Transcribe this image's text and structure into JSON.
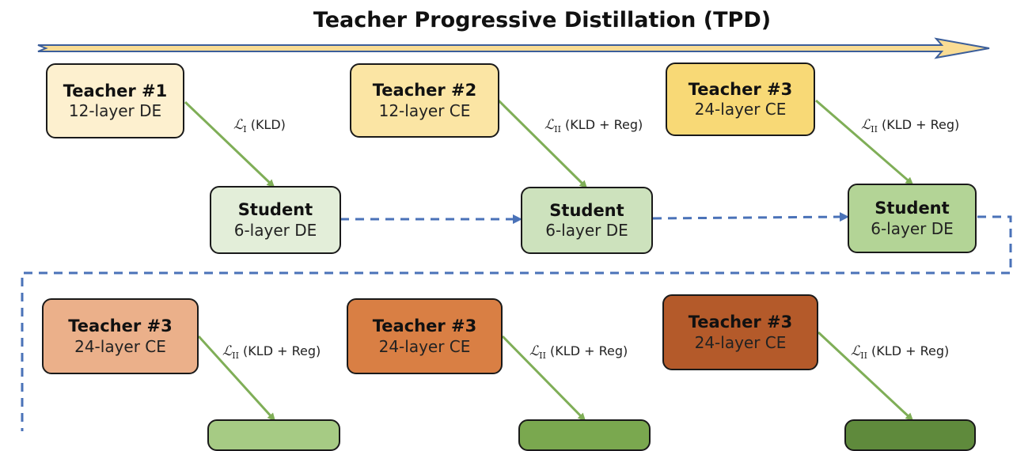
{
  "title": "Teacher Progressive Distillation (TPD)",
  "colors": {
    "arrow_green": "#7fae57",
    "dashed_blue": "#4a72b8",
    "tpd_arrow_fill": "#f9dc94",
    "tpd_arrow_stroke": "#3b5e9a"
  },
  "teachers": [
    {
      "title": "Teacher #1",
      "subtitle": "12-layer DE",
      "fill": "#fdf0cf"
    },
    {
      "title": "Teacher #2",
      "subtitle": "12-layer CE",
      "fill": "#fbe5a4"
    },
    {
      "title": "Teacher #3",
      "subtitle": "24-layer CE",
      "fill": "#f8d976"
    },
    {
      "title": "Teacher #3",
      "subtitle": "24-layer CE",
      "fill": "#ebb08a"
    },
    {
      "title": "Teacher #3",
      "subtitle": "24-layer CE",
      "fill": "#d97f44"
    },
    {
      "title": "Teacher #3",
      "subtitle": "24-layer CE",
      "fill": "#b45a2a"
    }
  ],
  "students": [
    {
      "title": "Student",
      "subtitle": "6-layer DE",
      "fill": "#e3eed9"
    },
    {
      "title": "Student",
      "subtitle": "6-layer DE",
      "fill": "#cde2bd"
    },
    {
      "title": "Student",
      "subtitle": "6-layer DE",
      "fill": "#b3d496"
    }
  ],
  "losses": [
    {
      "symbol": "ℒ",
      "sub": "I",
      "text": " (KLD)"
    },
    {
      "symbol": "ℒ",
      "sub": "II",
      "text": " (KLD + Reg)"
    },
    {
      "symbol": "ℒ",
      "sub": "II",
      "text": " (KLD + Reg)"
    },
    {
      "symbol": "ℒ",
      "sub": "II",
      "text": " (KLD + Reg)"
    },
    {
      "symbol": "ℒ",
      "sub": "II",
      "text": " (KLD + Reg)"
    },
    {
      "symbol": "ℒ",
      "sub": "II",
      "text": " (KLD + Reg)"
    }
  ],
  "partial_student_fills": [
    "#a6cb84",
    "#7aa84f",
    "#5f8a3c"
  ]
}
